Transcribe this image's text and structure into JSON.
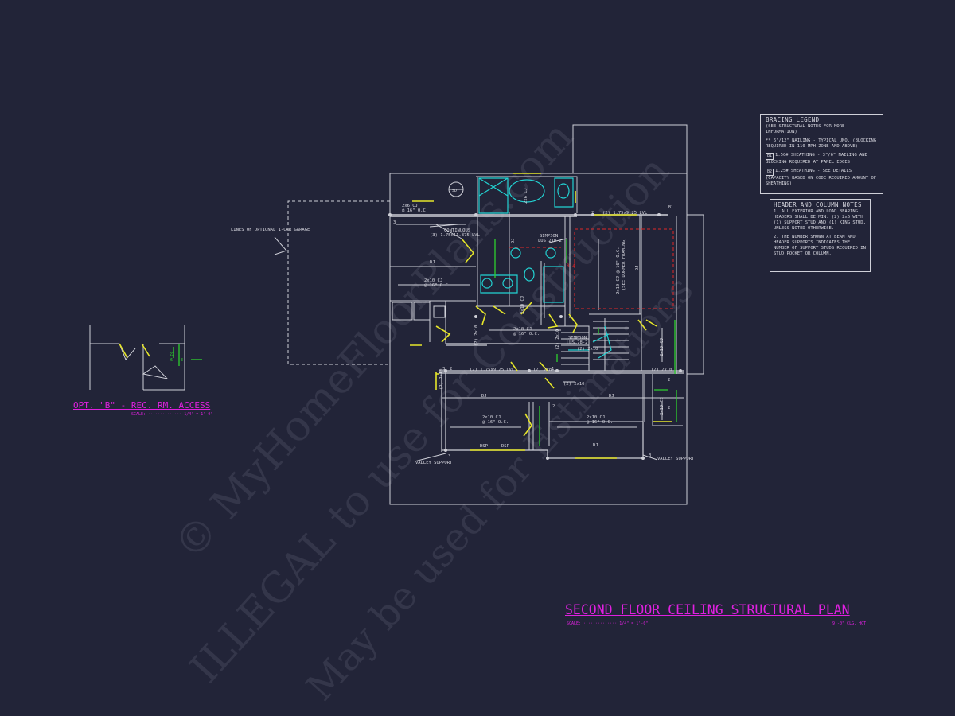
{
  "colors": {
    "background": "#222438",
    "line": "#cfd0d8",
    "yellow": "#e6e62a",
    "cyan": "#22d3d3",
    "green": "#2ed12e",
    "magenta": "#e020e0",
    "red": "#e02828"
  },
  "main_title": "SECOND FLOOR CEILING STRUCTURAL PLAN",
  "main_scale": "SCALE: ·············· 1/4\" = 1'-0\"",
  "main_ceiling": "9'-0\" CLG. HGT.",
  "detail_title": "OPT. \"B\" - REC. RM. ACCESS",
  "detail_scale": "SCALE: ·············· 1/4\" = 1'-0\"",
  "detail_dims": [
    "2X",
    "6",
    "E"
  ],
  "bracing_legend": {
    "title": "BRACING LEGEND",
    "note": "(SEE STRUCTURAL NOTES FOR MORE INFORMATION)",
    "line1": "** 6\"/12\" NAILING - TYPICAL UNO. (BLOCKING REQUIRED IN 110 MPH ZONE AND ABOVE)",
    "b1_tag": "B1",
    "b1_text": "1.50# SHEATHING - 3\"/6\" NAILING AND BLOCKING REQUIRED AT PANEL EDGES",
    "b2_tag": "B2",
    "b2_text": "1.25# SHEATHING - SEE DETAILS (CAPACITY BASED ON CODE REQUIRED AMOUNT OF SHEATHING)"
  },
  "header_notes": {
    "title": "HEADER AND COLUMN NOTES",
    "note1": "1. ALL EXTERIOR AND LOAD BEARING HEADERS SHALL BE MIN. (2) 2x6 WITH (1) SUPPORT STUD AND (1) KING STUD, UNLESS NOTED OTHERWISE.",
    "note2": "2. THE NUMBER SHOWN AT BEAM AND HEADER SUPPORTS INDICATES THE NUMBER OF SUPPORT STUDS REQUIRED IN STUD POCKET OR COLUMN."
  },
  "plan_labels": {
    "garage": "LINES OF OPTIONAL 1-CAR GARAGE",
    "cj_2x6": "2x6 CJ",
    "oc16": "@ 16\" O.C.",
    "cj_2x10": "2x10 CJ",
    "continuous": "CONTINUOUS",
    "lvl_3": "(3) 1.75x11.875 LVL",
    "dj": "DJ",
    "simpson1": "SIMPSON",
    "lus1": "LUS 210-2",
    "simpson2": "SIMPSON",
    "lus2": "LUS 28-2",
    "lvl_top": "(2) 1.75x9.25 LVL",
    "lvl_mid": "(2) 1.75x9.25 LVL",
    "h_2x8": "(2) 2x8",
    "h_2x10": "(2) 2x10",
    "h_2x10_b": "(2) 2x10",
    "h_2x10_c": "(2) 2x10",
    "h_2x10_d": "(2) 2x10",
    "vert_cj": "2x10 CJ @ 16\" O.C.",
    "vert_note": "(SEE DORMER FRAMING)",
    "valley1": "VALLEY SUPPORT",
    "valley2": "VALLEY SUPPORT",
    "sd": "SD",
    "b1": "B1",
    "dsp": "DSP",
    "dsp2": "DSP",
    "num1": "1",
    "num2": "2",
    "num3": "3"
  },
  "watermark": [
    "© MyHomeFloorPlans.com",
    "ILLEGAL to use for Construction",
    "May be used for Estimations"
  ]
}
